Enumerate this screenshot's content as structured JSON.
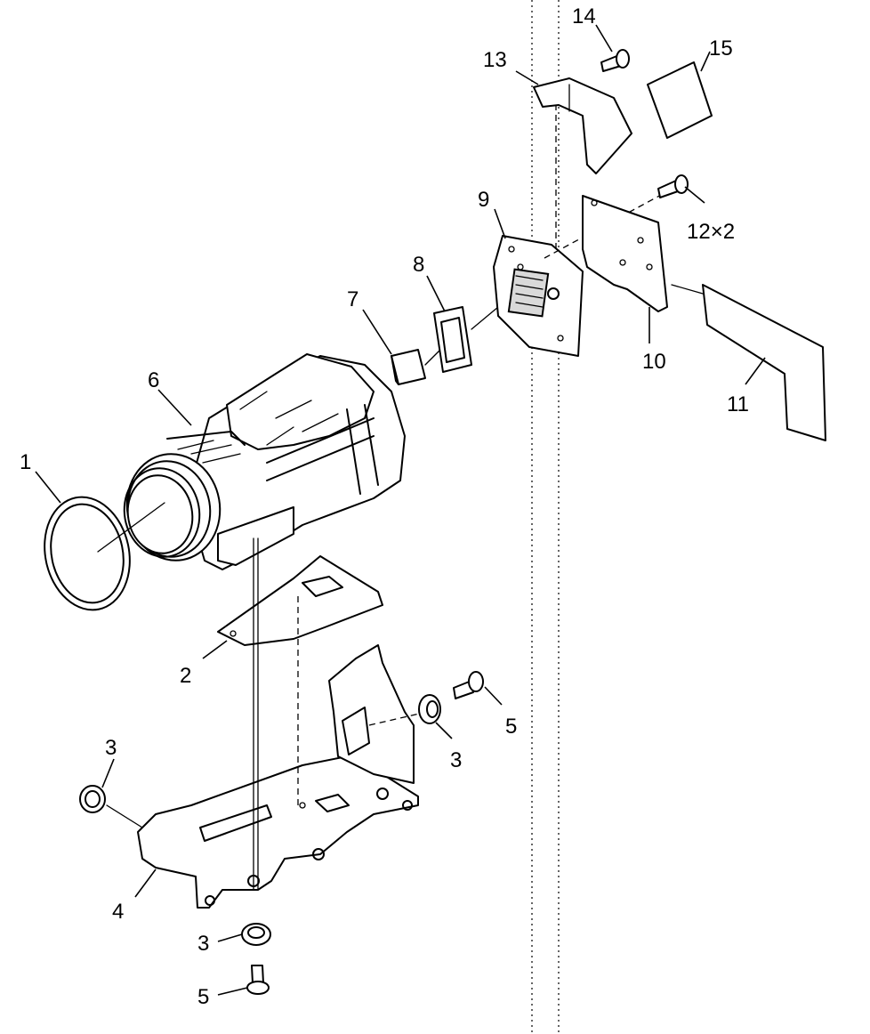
{
  "labels": {
    "p1": "1",
    "p2": "2",
    "p3a": "3",
    "p3b": "3",
    "p3c": "3",
    "p4": "4",
    "p5a": "5",
    "p5b": "5",
    "p6": "6",
    "p7": "7",
    "p8": "8",
    "p9": "9",
    "p10": "10",
    "p11": "11",
    "p12": "12×2",
    "p13": "13",
    "p14": "14",
    "p15": "15"
  }
}
